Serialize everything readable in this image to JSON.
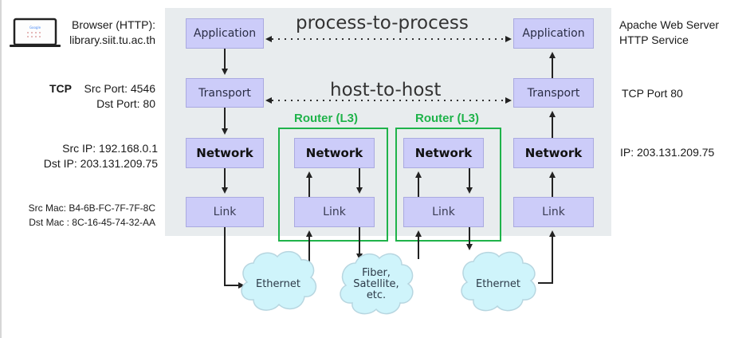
{
  "client": {
    "device_icon": "laptop-icon",
    "app_line1": "Browser (HTTP):",
    "app_line2": "library.siit.tu.ac.th",
    "tcp_label": "TCP",
    "src_port": "Src Port: 4546",
    "dst_port": "Dst Port: 80",
    "src_ip": "Src IP: 192.168.0.1",
    "dst_ip": "Dst IP: 203.131.209.75",
    "src_mac": "Src Mac: B4-6B-FC-7F-7F-8C",
    "dst_mac": "Dst Mac : 8C-16-45-74-32-AA"
  },
  "server": {
    "app_line1": "Apache Web Server",
    "app_line2": "HTTP Service",
    "transport": "TCP Port 80",
    "network": "IP: 203.131.209.75"
  },
  "layers": {
    "application": "Application",
    "transport": "Transport",
    "network": "Network",
    "link": "Link"
  },
  "relations": {
    "process": "process-to-process",
    "host": "host-to-host"
  },
  "routers": [
    {
      "label": "Router (L3)"
    },
    {
      "label": "Router (L3)"
    }
  ],
  "media": {
    "left": "Ethernet",
    "middle_line1": "Fiber,",
    "middle_line2": "Satellite,",
    "middle_line3": "etc.",
    "right": "Ethernet"
  },
  "colors": {
    "panel": "#e8ecee",
    "layer_box": "#ccccf9",
    "router_border": "#1fb34a",
    "cloud": "#cff4fb"
  }
}
